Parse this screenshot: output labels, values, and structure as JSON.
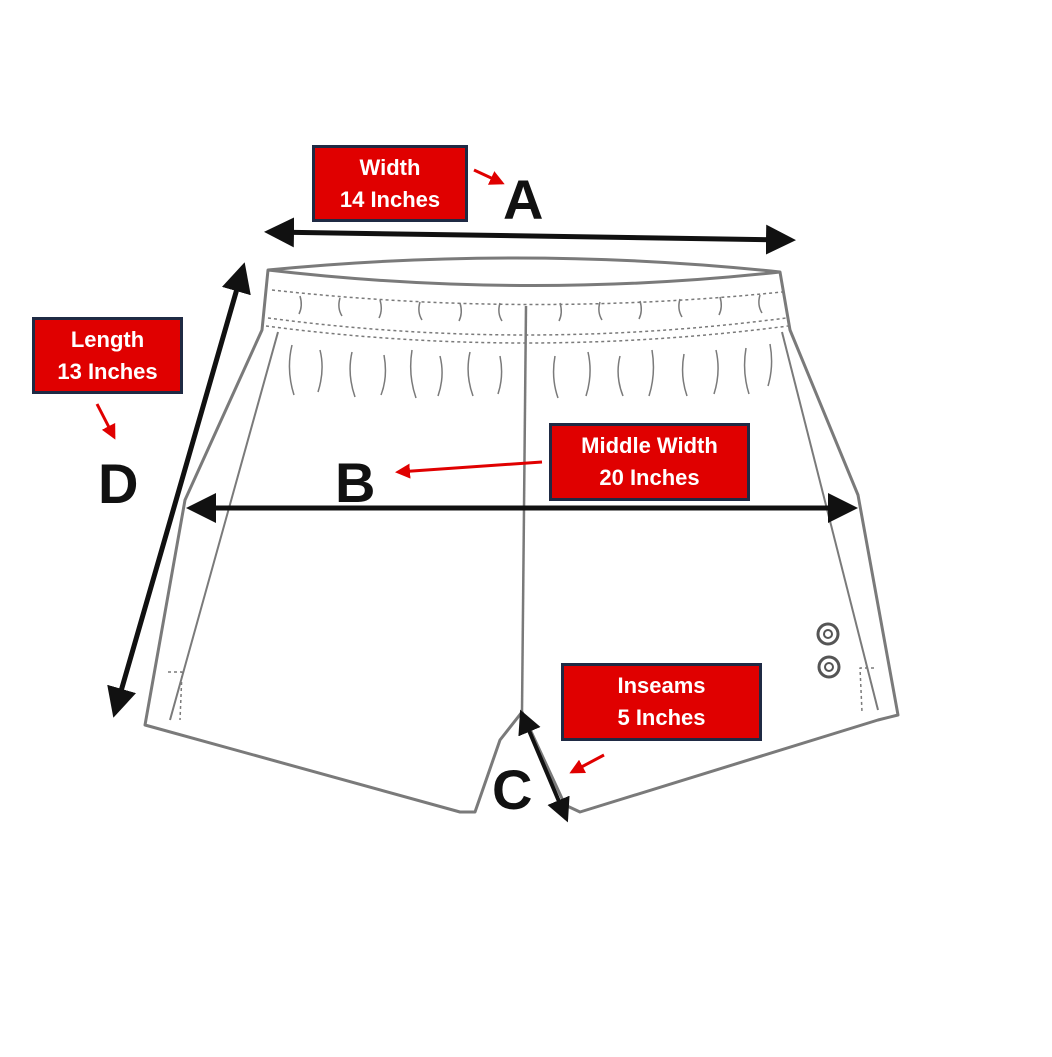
{
  "callouts": {
    "width": {
      "line1": "Width",
      "line2": "14 Inches"
    },
    "length": {
      "line1": "Length",
      "line2": "13 Inches"
    },
    "middle": {
      "line1": "Middle Width",
      "line2": "20 Inches"
    },
    "inseam": {
      "line1": "Inseams",
      "line2": "5 Inches"
    }
  },
  "letters": {
    "a": "A",
    "b": "B",
    "c": "C",
    "d": "D"
  },
  "colors": {
    "callout_bg": "#e00000",
    "callout_border": "#1f2a44",
    "arrow": "#111111",
    "pointer": "#e00000",
    "outline": "#7a7a7a"
  }
}
